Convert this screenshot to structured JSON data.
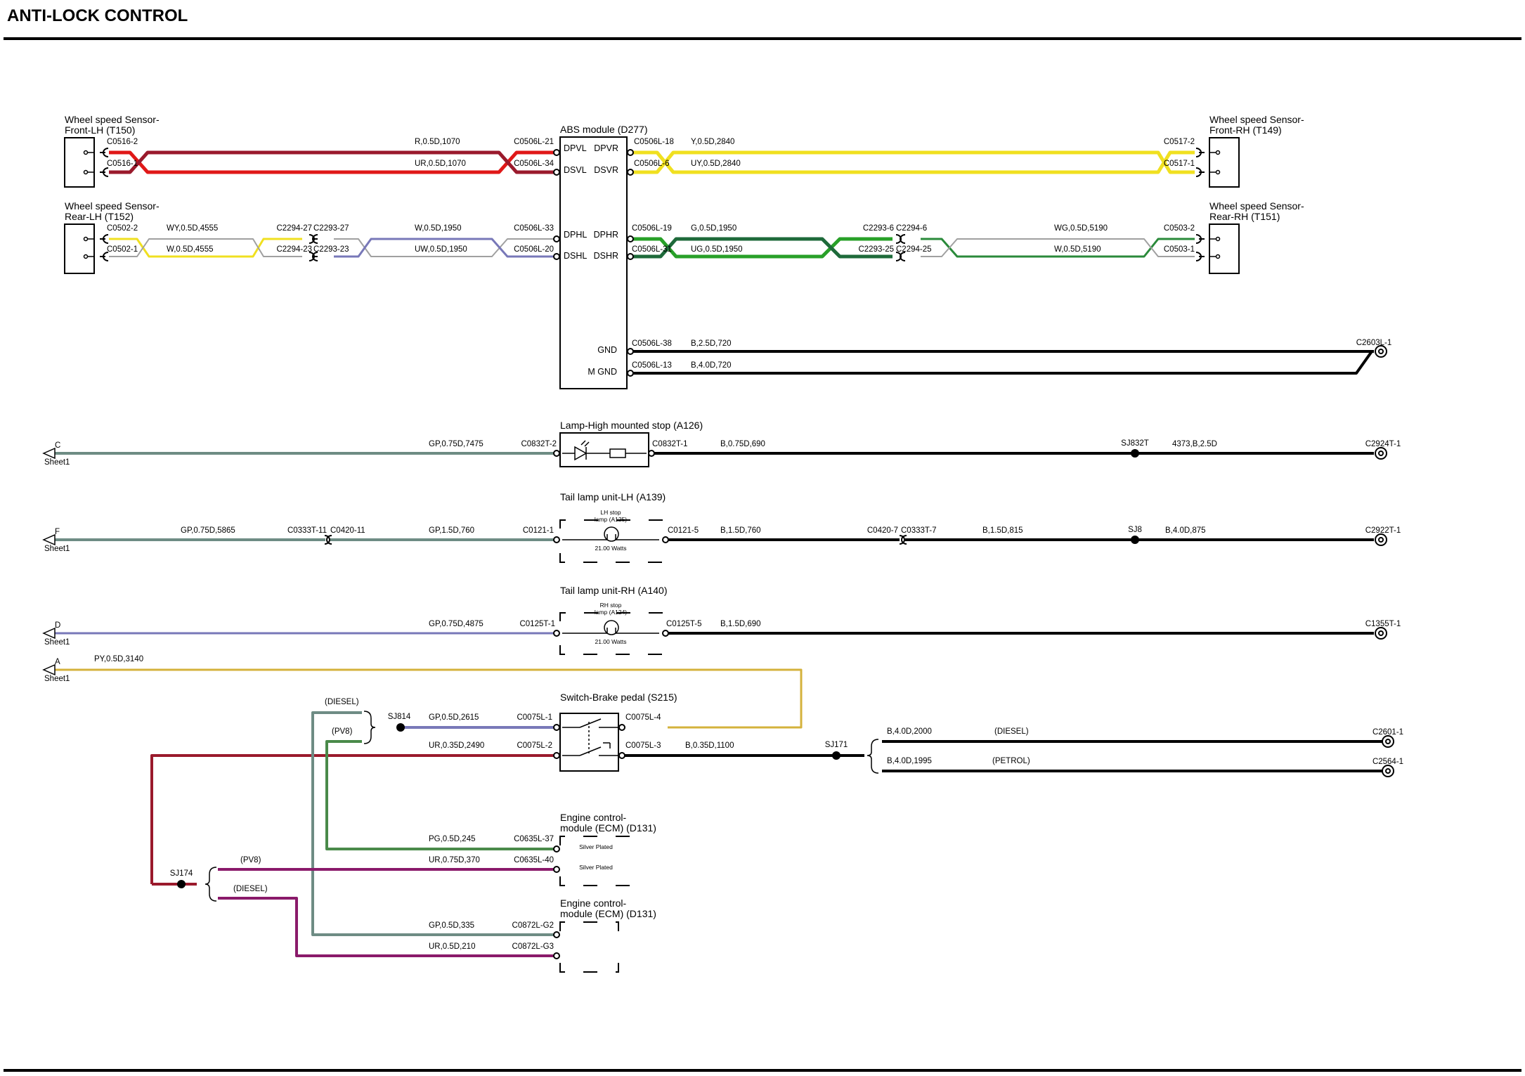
{
  "title": "ANTI-LOCK CONTROL",
  "components": {
    "ws_flh": [
      "Wheel speed Sensor-",
      "Front-LH (T150)"
    ],
    "ws_rlh": [
      "Wheel speed Sensor-",
      "Rear-LH (T152)"
    ],
    "ws_frh": [
      "Wheel speed Sensor-",
      "Front-RH (T149)"
    ],
    "ws_rrh": [
      "Wheel speed Sensor-",
      "Rear-RH (T151)"
    ],
    "abs": "ABS module (D277)",
    "stop_lamp": "Lamp-High mounted stop (A126)",
    "tail_lh": "Tail lamp unit-LH (A139)",
    "tail_rh": "Tail lamp unit-RH (A140)",
    "switch": "Switch-Brake pedal (S215)",
    "ecm1": [
      "Engine control-",
      "module (ECM) (D131)"
    ],
    "ecm2": [
      "Engine control-",
      "module (ECM) (D131)"
    ]
  },
  "abs_pins": {
    "dpvl": "DPVL",
    "dsvl": "DSVL",
    "dpvr": "DPVR",
    "dsvr": "DSVR",
    "dphl": "DPHL",
    "dshl": "DSHL",
    "dphr": "DPHR",
    "dshr": "DSHR",
    "gnd": "GND",
    "mgnd": "M GND"
  },
  "lamp": {
    "lh_stop": [
      "LH stop",
      "lamp (A125)"
    ],
    "rh_stop": [
      "RH stop",
      "lamp (A124)"
    ],
    "watts_lh": "21.00 Watts",
    "watts_rh": "21.00 Watts",
    "silver1": "Silver Plated",
    "silver2": "Silver Plated"
  },
  "sheet_refs": [
    {
      "letter": "C",
      "sheet": "Sheet1"
    },
    {
      "letter": "F",
      "sheet": "Sheet1"
    },
    {
      "letter": "D",
      "sheet": "Sheet1"
    },
    {
      "letter": "A",
      "sheet": "Sheet1"
    }
  ],
  "connectors": {
    "c0516_2": "C0516-2",
    "c0516_1": "C0516-1",
    "c0506l_21": "C0506L-21",
    "c0506l_34": "C0506L-34",
    "c0506l_18": "C0506L-18",
    "c0506l_6": "C0506L-6",
    "c0517_2": "C0517-2",
    "c0517_1": "C0517-1",
    "c0502_2": "C0502-2",
    "c0502_1": "C0502-1",
    "c2294_27": "C2294-27",
    "c2293_27": "C2293-27",
    "c2294_23": "C2294-23",
    "c2293_23": "C2293-23",
    "c0506l_33": "C0506L-33",
    "c0506l_20": "C0506L-20",
    "c0506l_19": "C0506L-19",
    "c0506l_31": "C0506L-31",
    "c2293_6": "C2293-6",
    "c2294_6": "C2294-6",
    "c2293_25": "C2293-25",
    "c2294_25": "C2294-25",
    "c0503_2": "C0503-2",
    "c0503_1": "C0503-1",
    "c0506l_38": "C0506L-38",
    "c0506l_13": "C0506L-13",
    "c2603l_1": "C2603L-1",
    "c0832t_2": "C0832T-2",
    "c0832t_1": "C0832T-1",
    "c2924t_1": "C2924T-1",
    "c0333t_11": "C0333T-11",
    "c0420_11": "C0420-11",
    "c0121_1": "C0121-1",
    "c0121_5": "C0121-5",
    "c0420_7": "C0420-7",
    "c0333t_7": "C0333T-7",
    "c2922t_1": "C2922T-1",
    "c0125t_1": "C0125T-1",
    "c0125t_5": "C0125T-5",
    "c1355t_1": "C1355T-1",
    "c0075l_1": "C0075L-1",
    "c0075l_2": "C0075L-2",
    "c0075l_4": "C0075L-4",
    "c0075l_3": "C0075L-3",
    "c2601_1": "C2601-1",
    "c2564_1": "C2564-1",
    "c0635l_37": "C0635L-37",
    "c0635l_40": "C0635L-40",
    "c0872l_g2": "C0872L-G2",
    "c0872l_g3": "C0872L-G3"
  },
  "splices": {
    "sj832t": "SJ832T",
    "sj8": "SJ8",
    "sj814": "SJ814",
    "sj171": "SJ171",
    "sj174": "SJ174"
  },
  "variants": {
    "diesel1": "(DIESEL)",
    "pv8_1": "(PV8)",
    "diesel2": "(DIESEL)",
    "petrol": "(PETROL)",
    "pv8_2": "(PV8)",
    "diesel3": "(DIESEL)"
  },
  "wires": {
    "w_r_1070": "R,0.5D,1070",
    "w_ur_1070": "UR,0.5D,1070",
    "w_y_2840": "Y,0.5D,2840",
    "w_uy_2840": "UY,0.5D,2840",
    "w_wy_4555": "WY,0.5D,4555",
    "w_w_4555": "W,0.5D,4555",
    "w_w_1950": "W,0.5D,1950",
    "w_uw_1950": "UW,0.5D,1950",
    "w_g_1950": "G,0.5D,1950",
    "w_ug_1950": "UG,0.5D,1950",
    "w_wg_5190": "WG,0.5D,5190",
    "w_w_5190": "W,0.5D,5190",
    "w_b_720a": "B,2.5D,720",
    "w_b_720b": "B,4.0D,720",
    "w_gp_7475": "GP,0.75D,7475",
    "w_b_690a": "B,0.75D,690",
    "w_4373": "4373,B,2.5D",
    "w_gp_5865": "GP,0.75D,5865",
    "w_gp_760": "GP,1.5D,760",
    "w_b_760": "B,1.5D,760",
    "w_b_815": "B,1.5D,815",
    "w_b_875": "B,4.0D,875",
    "w_gp_4875": "GP,0.75D,4875",
    "w_b_690b": "B,1.5D,690",
    "w_py_3140": "PY,0.5D,3140",
    "w_gp_2615": "GP,0.5D,2615",
    "w_ur_2490": "UR,0.35D,2490",
    "w_b_1100": "B,0.35D,1100",
    "w_b_2000": "B,4.0D,2000",
    "w_b_1995": "B,4.0D,1995",
    "w_pg_245": "PG,0.5D,245",
    "w_ur_370": "UR,0.75D,370",
    "w_gp_335": "GP,0.5D,335",
    "w_ur_210": "UR,0.5D,210"
  },
  "colors": {
    "red": "#e01818",
    "maroon": "#9a1a2c",
    "purple": "#8a1a6a",
    "yellow": "#f0e020",
    "blue_gray": "#7878b8",
    "green": "#28a028",
    "dark_green": "#1e6a3a",
    "gray_green": "#6e8c84",
    "black": "#000000",
    "gold": "#d4b23c"
  }
}
